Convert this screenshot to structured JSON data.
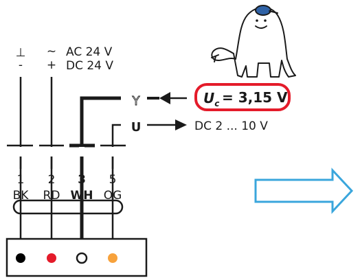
{
  "supply": {
    "ground_symbol": "⊥",
    "neutral_symbol": "-",
    "ac_symbol": "~",
    "dc_symbol": "+",
    "ac_label": "AC 24 V",
    "dc_label": "DC 24 V"
  },
  "signals": {
    "y_symbol": "Y",
    "u_symbol": "U",
    "uc_symbol": "U",
    "uc_subscript": "c",
    "uc_value": "= 3,15 V",
    "output_range": "DC 2 ... 10 V"
  },
  "terminals": [
    {
      "number": "1",
      "code": "BK",
      "color": "#000000",
      "filled": true,
      "highlight": false
    },
    {
      "number": "2",
      "code": "RD",
      "color": "#e41b2a",
      "filled": true,
      "highlight": false
    },
    {
      "number": "3",
      "code": "WH",
      "color": "#ffffff",
      "filled": false,
      "highlight": true
    },
    {
      "number": "5",
      "code": "OG",
      "color": "#f7a23c",
      "filled": true,
      "highlight": false
    }
  ],
  "colors": {
    "line": "#1a1a1a",
    "highlight_ring": "#e41b2a",
    "arrow_outline": "#3aa6dc",
    "mascot_cap": "#2f62a6"
  },
  "icons": {
    "mascot": "mascot-figure",
    "arrow": "right-arrow-outline"
  }
}
